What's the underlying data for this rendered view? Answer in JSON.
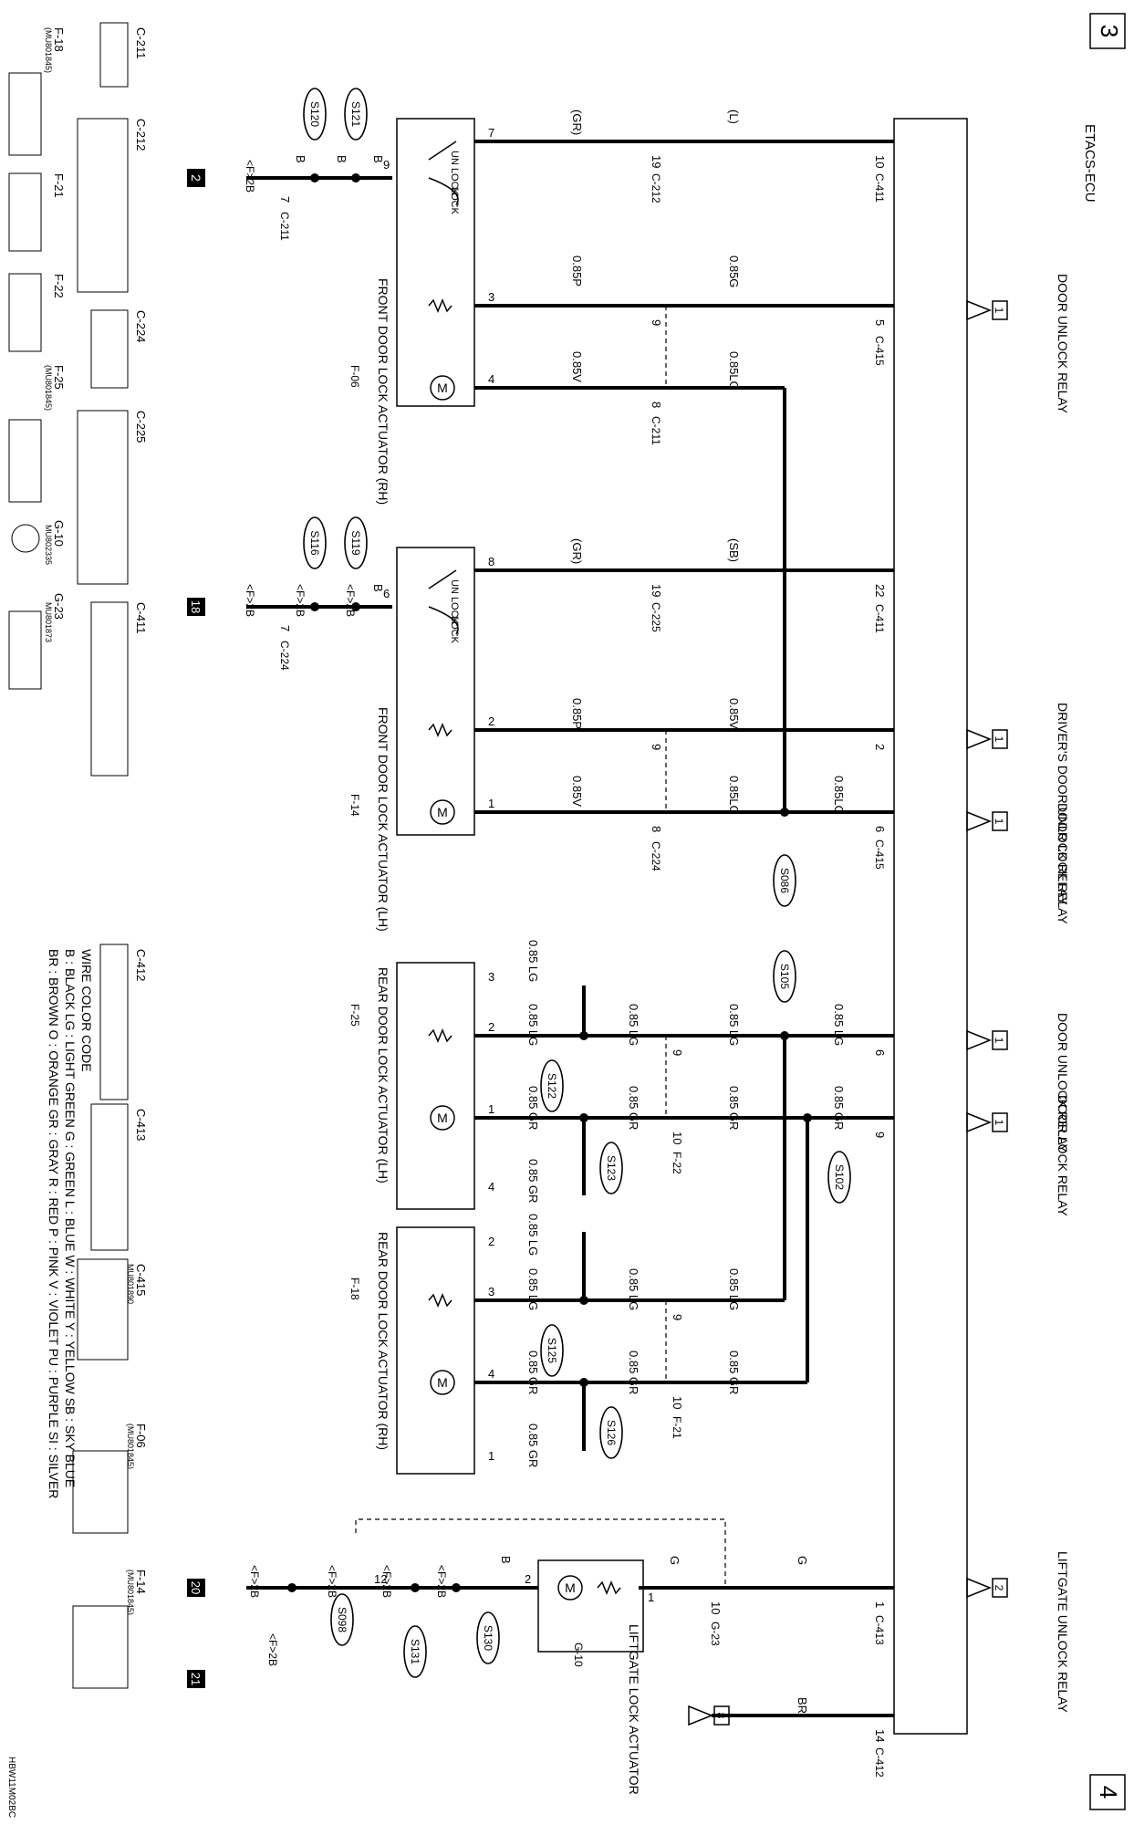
{
  "diagram": {
    "page_number_top": "3",
    "page_number_bottom": "4",
    "ecu_label": "ETACS-ECU",
    "relays": {
      "door_unlock": "DOOR UNLOCK RELAY",
      "drivers_door_unlock": "DRIVER'S DOOR UNLOCK RELAY",
      "door_lock": "DOOR LOCK RELAY",
      "door_unlock_rear": "DOOR UNLOCK RELAY",
      "door_lock_rear": "DOOR LOCK RELAY",
      "liftgate_unlock": "LIFTGATE UNLOCK RELAY",
      "relay_badges": [
        "1",
        "1",
        "1",
        "1",
        "1",
        "1",
        "2",
        "8"
      ]
    },
    "actuators": {
      "front_rh": "FRONT DOOR LOCK ACTUATOR (RH)",
      "front_rh_conn": "F-06",
      "front_lh": "FRONT DOOR LOCK ACTUATOR (LH)",
      "front_lh_conn": "F-14",
      "rear_lh": "REAR DOOR LOCK ACTUATOR (LH)",
      "rear_lh_conn": "F-25",
      "rear_rh": "REAR DOOR LOCK ACTUATOR (RH)",
      "rear_rh_conn": "F-18",
      "liftgate": "LIFTGATE LOCK ACTUATOR",
      "liftgate_conn": "G-10",
      "switch_unlock": "UN LOCK",
      "switch_lock": "LOCK"
    },
    "ecu_pins": {
      "c411_10": "10",
      "c411_conn": "C-411",
      "c415_5": "5",
      "c415_conn": "C-415",
      "c411_22": "22",
      "drv_unlock_2": "2",
      "lock_6": "6",
      "rear_unlock_6": "6",
      "rear_lock_9": "9",
      "liftgate_1": "1",
      "liftgate_conn": "C-413",
      "c412_14": "14",
      "c412_conn": "C-412"
    },
    "wire_colors": {
      "gr": "(GR)",
      "l": "(L)",
      "sb": "(SB)",
      "g085": "0.85G",
      "p085": "0.85P",
      "lg085": "0.85LG",
      "v085": "0.85V",
      "lg_split": "0.85 LG",
      "gr_split": "0.85 GR",
      "g": "G",
      "b": "B",
      "br": "BR"
    },
    "mid_connectors": {
      "c212": "C-212",
      "c212_pin": "19",
      "c211": "C-211",
      "c211_pin8": "8",
      "c211_pin7": "7",
      "c225": "C-225",
      "c225_pin": "19",
      "c224": "C-224",
      "c224_pin8": "8",
      "c224_pin7": "7",
      "f22": "F-22",
      "f22_pin": "10",
      "f21": "F-21",
      "f21_pin": "10",
      "g23": "G-23",
      "g23_pin": "10",
      "pin9": "9"
    },
    "actuator_pins": {
      "rh_7": "7",
      "rh_3": "3",
      "rh_4": "4",
      "rh_9": "9",
      "lh_8": "8",
      "lh_2": "2",
      "lh_1": "1",
      "lh_6": "6",
      "rl_3": "3",
      "rl_2": "2",
      "rl_1": "1",
      "rl_4": "4",
      "rr_2": "2",
      "rr_3": "3",
      "rr_4": "4",
      "rr_1": "1",
      "lg_1": "1",
      "lg_2": "2",
      "lg_12": "12"
    },
    "splices": [
      "S121",
      "S120",
      "S119",
      "S116",
      "S086",
      "S105",
      "S122",
      "S123",
      "S102",
      "S125",
      "S126",
      "S130",
      "S131",
      "S098"
    ],
    "grounds": {
      "ground_f2b": "<F>2B",
      "badge_2": "2",
      "badge_18": "18",
      "badge_20": "20",
      "badge_21": "21"
    }
  },
  "connectors_panel": {
    "items": [
      "C-211",
      "C-212",
      "C-224",
      "C-225",
      "C-411",
      "F-18",
      "F-21",
      "F-22",
      "F-25",
      "G-10",
      "G-23",
      "C-412",
      "C-413",
      "C-415",
      "F-06",
      "F-14"
    ],
    "part_numbers": [
      "(MU801845)",
      "(MU801845)",
      "MU802335",
      "MU801873",
      "MU801890",
      "(MU801845)",
      "(MU801845)"
    ]
  },
  "legend": {
    "title": "WIRE COLOR CODE",
    "line1": "B : BLACK   LG : LIGHT GREEN   G : GREEN   L : BLUE   W : WHITE   Y : YELLOW   SB : SKY BLUE",
    "line2": "BR : BROWN   O : ORANGE   GR : GRAY   R : RED   P : PINK   V : VIOLET   PU : PURPLE   SI : SILVER"
  },
  "footer_code": "HBW11M02BC"
}
